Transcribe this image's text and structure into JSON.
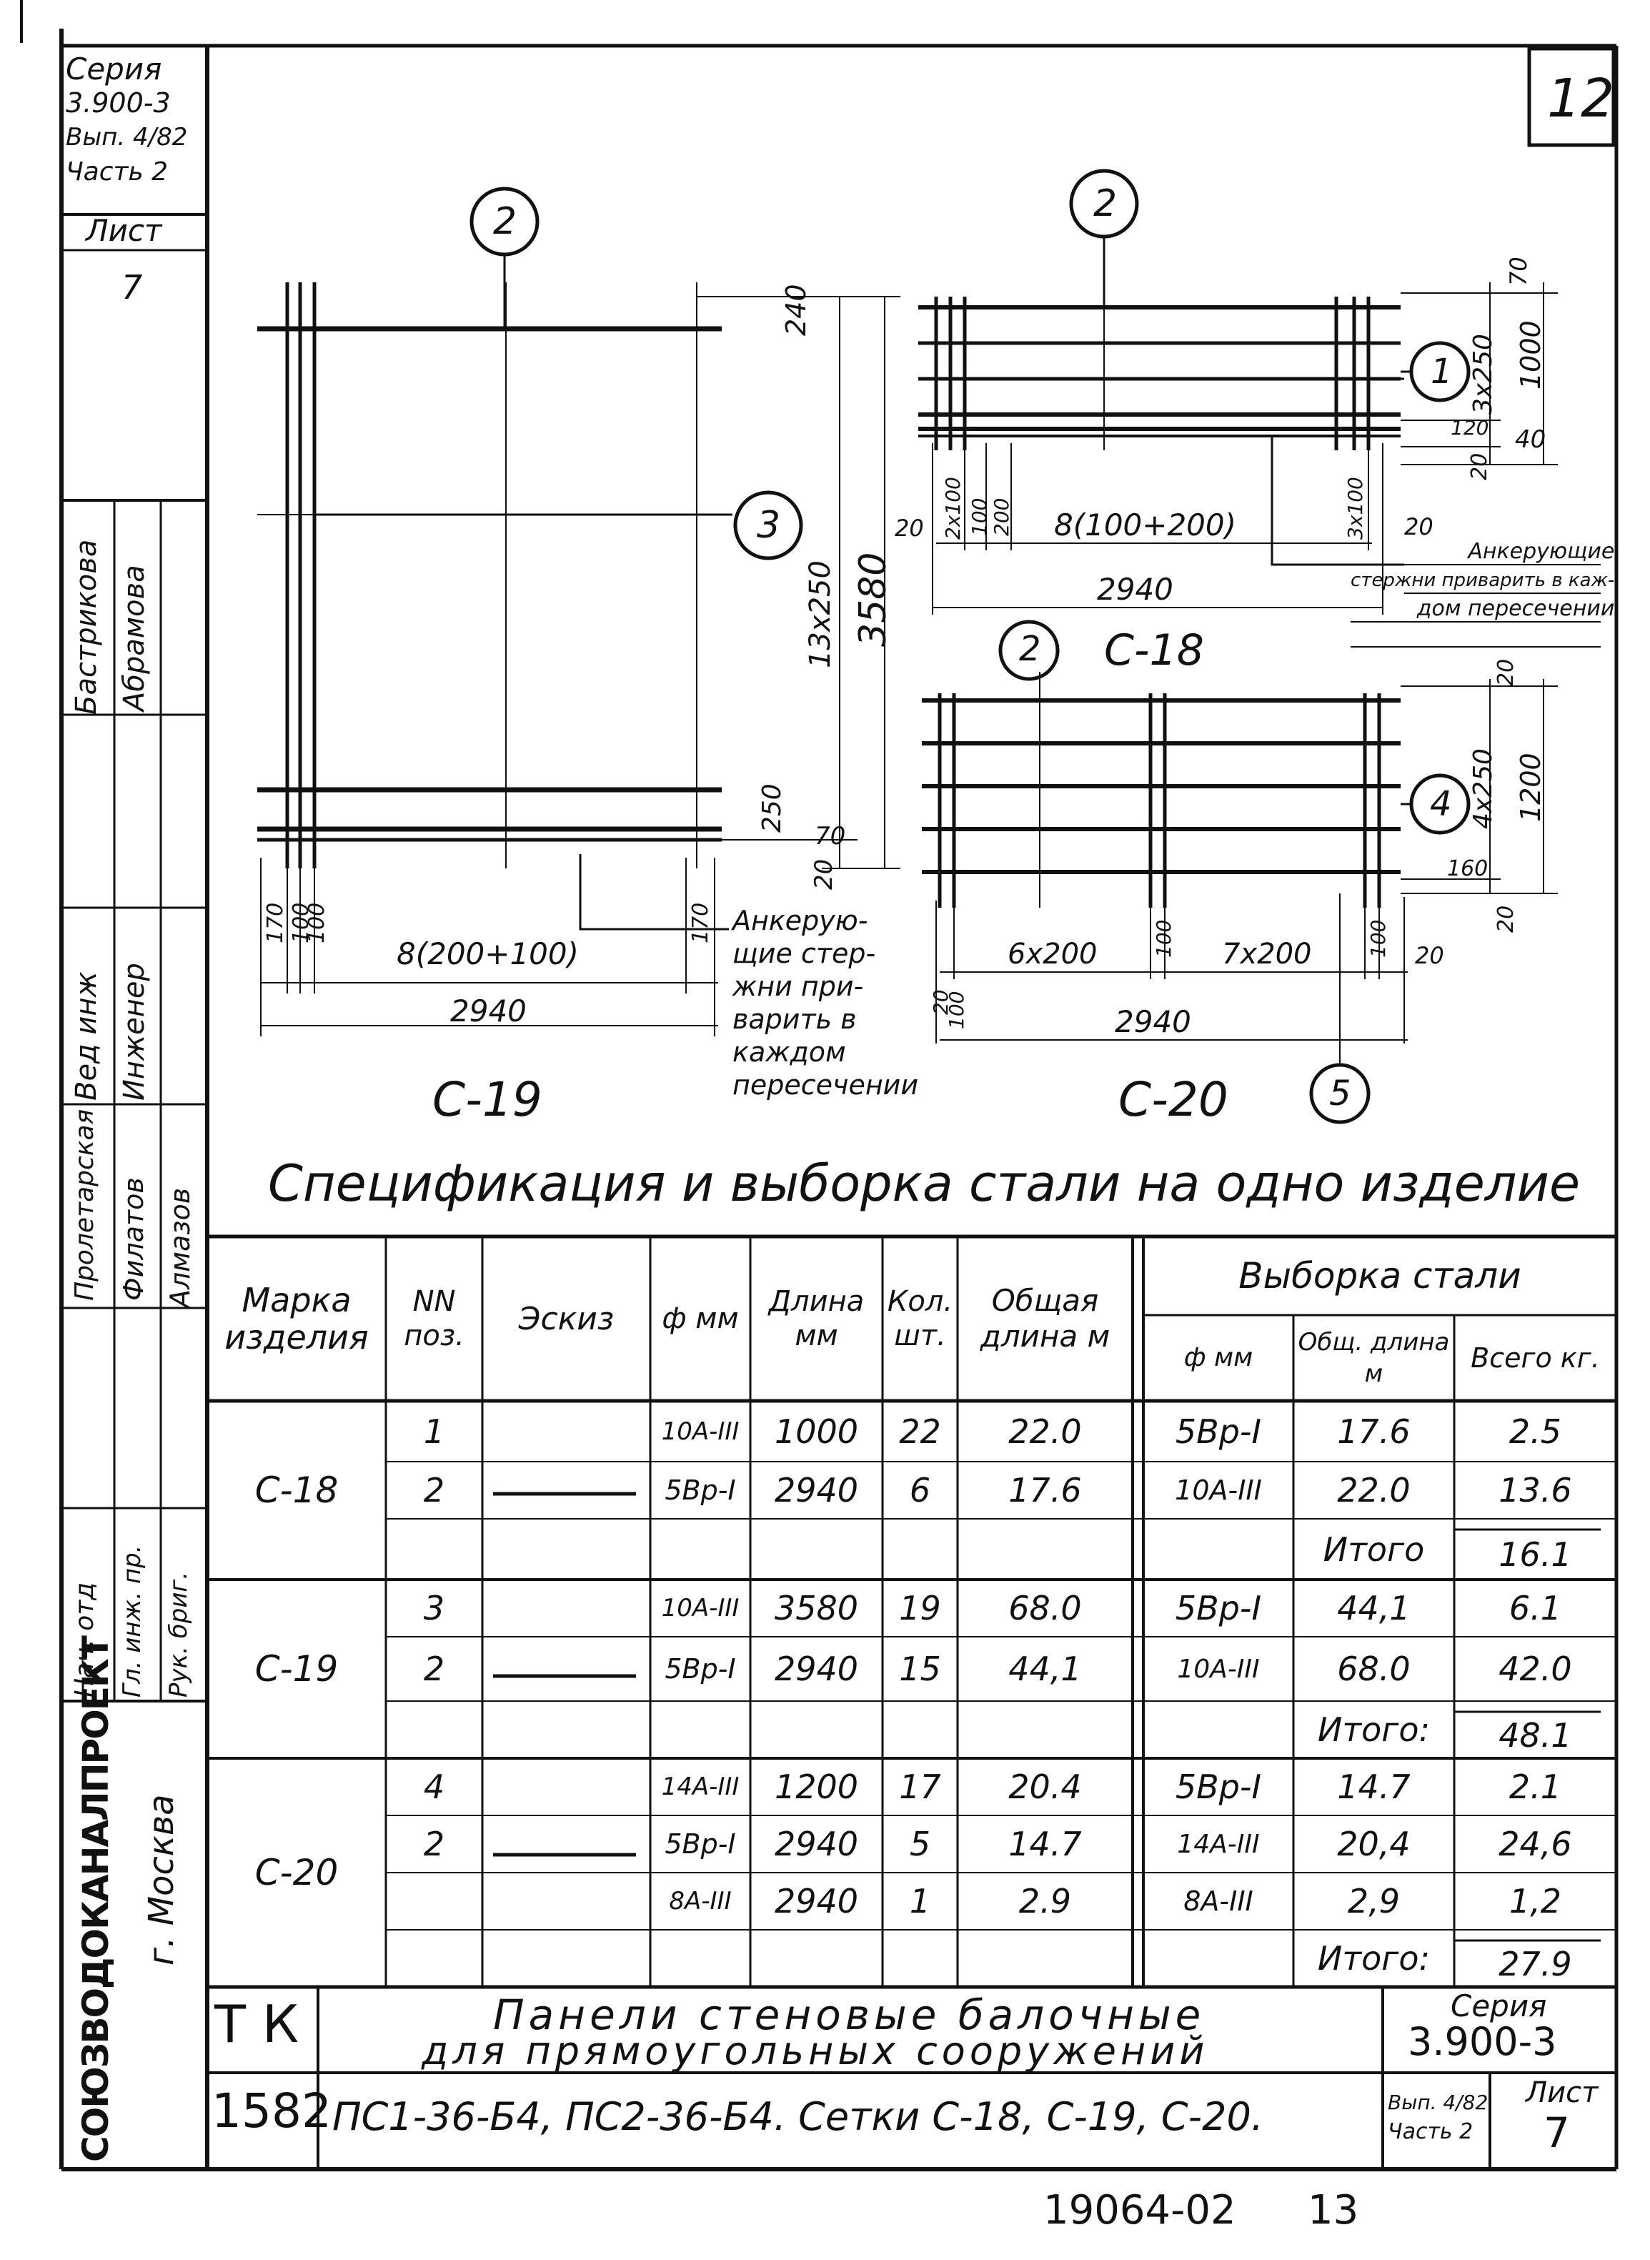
{
  "sheet_number_top": "12",
  "left_stamp": {
    "series_label": "Серия",
    "series_value": "3.900-3",
    "issue": "Вып. 4/82",
    "part": "Часть 2",
    "sheet_label": "Лист",
    "sheet_value": "7",
    "roles": [
      "Вед инж",
      "Инженер",
      "Нач. отд",
      "Гл. инж. пр.",
      "Рук. бриг."
    ],
    "names": [
      "Бастрикова",
      "Абрамова",
      "Пролетарская",
      "Филатов",
      "Алмазов"
    ],
    "org": "СОЮЗВОДОКАНАЛПРОЕКТ",
    "city": "г. Москва"
  },
  "drawing": {
    "c19": {
      "title": "С-19",
      "pos_2": "2",
      "pos_3": "3",
      "dim_240": "240",
      "dim_13x250": "13x250",
      "dim_3580": "3580",
      "dim_250": "250",
      "dim_20": "20",
      "dim_70": "70",
      "dim_170_left": "170",
      "dim_100_a": "100",
      "dim_100_b": "100",
      "dim_8x": "8(200+100)",
      "dim_170_right": "170",
      "dim_2940": "2940",
      "note": [
        "Анкерую-",
        "щие стер-",
        "жни при-",
        "варить в",
        "каждом",
        "пересечении"
      ]
    },
    "c18": {
      "title": "С-18",
      "pos_2": "2",
      "pos_1": "1",
      "dim_70": "70",
      "dim_3x250": "3x250",
      "dim_1000": "1000",
      "dim_120": "120",
      "dim_40": "40",
      "dim_20_right": "20",
      "dim_20_left": "20",
      "dim_2x100": "2x100",
      "dim_100": "100",
      "dim_200": "200",
      "dim_8x": "8(100+200)",
      "dim_3x100": "3x100",
      "dim_20_b": "20",
      "dim_2940": "2940",
      "note": [
        "Анкерующие",
        "стержни приварить в каж-",
        "дом пересечении"
      ]
    },
    "c20": {
      "title": "С-20",
      "pos_2": "2",
      "pos_4": "4",
      "pos_5": "5",
      "dim_20_top": "20",
      "dim_4x250": "4x250",
      "dim_1200": "1200",
      "dim_160": "160",
      "dim_20_r": "20",
      "dim_20_l": "20",
      "dim_100_l": "100",
      "dim_6x200": "6x200",
      "dim_100_m": "100",
      "dim_7x200": "7x200",
      "dim_100_r": "100",
      "dim_20_rr": "20",
      "dim_2940": "2940"
    }
  },
  "spec": {
    "title": "Спецификация и выборка стали на одно изделие",
    "headers": {
      "mark": "Марка изделия",
      "pos": "NN поз.",
      "sketch": "Эскиз",
      "dia": "ф мм",
      "len": "Длина мм",
      "qty": "Кол. шт.",
      "total": "Общая длина м",
      "selection": "Выборка стали",
      "sel_dia": "ф мм",
      "sel_len": "Общ. длина м",
      "sel_kg": "Всего кг."
    },
    "groups": [
      {
        "mark": "С-18",
        "rows": [
          {
            "pos": "1",
            "dia": "10А-III",
            "len": "1000",
            "qty": "22",
            "total": "22.0",
            "sdia": "5Вр-I",
            "slen": "17.6",
            "skg": "2.5"
          },
          {
            "pos": "2",
            "dia": "5Вр-I",
            "len": "2940",
            "qty": "6",
            "total": "17.6",
            "sdia": "10А-III",
            "slen": "22.0",
            "skg": "13.6"
          },
          {
            "pos": "",
            "dia": "",
            "len": "",
            "qty": "",
            "total": "",
            "sdia": "",
            "slen": "Итого",
            "skg": "16.1"
          }
        ]
      },
      {
        "mark": "С-19",
        "rows": [
          {
            "pos": "3",
            "dia": "10А-III",
            "len": "3580",
            "qty": "19",
            "total": "68.0",
            "sdia": "5Вр-I",
            "slen": "44,1",
            "skg": "6.1"
          },
          {
            "pos": "2",
            "dia": "5Вр-I",
            "len": "2940",
            "qty": "15",
            "total": "44,1",
            "sdia": "10А-III",
            "slen": "68.0",
            "skg": "42.0"
          },
          {
            "pos": "",
            "dia": "",
            "len": "",
            "qty": "",
            "total": "",
            "sdia": "",
            "slen": "Итого:",
            "skg": "48.1"
          }
        ]
      },
      {
        "mark": "С-20",
        "rows": [
          {
            "pos": "4",
            "dia": "14А-III",
            "len": "1200",
            "qty": "17",
            "total": "20.4",
            "sdia": "5Вр-I",
            "slen": "14.7",
            "skg": "2.1"
          },
          {
            "pos": "2",
            "dia": "5Вр-I",
            "len": "2940",
            "qty": "5",
            "total": "14.7",
            "sdia": "14А-III",
            "slen": "20,4",
            "skg": "24,6"
          },
          {
            "pos": "",
            "dia": "8А-III",
            "len": "2940",
            "qty": "1",
            "total": "2.9",
            "sdia": "8А-III",
            "slen": "2,9",
            "skg": "1,2"
          },
          {
            "pos": "",
            "dia": "",
            "len": "",
            "qty": "",
            "total": "",
            "sdia": "",
            "slen": "Итого:",
            "skg": "27.9"
          }
        ]
      }
    ]
  },
  "title_block": {
    "tk": "Т К",
    "number": "1582",
    "title_line1": "Панели стеновые балочные",
    "title_line2": "для прямоугольных сооружений",
    "subtitle": "ПС1-36-Б4, ПС2-36-Б4. Сетки С-18, С-19, С-20.",
    "series_label": "Серия",
    "series_value": "3.900-3",
    "issue": "Вып. 4/82",
    "part": "Часть 2",
    "sheet_label": "Лист",
    "sheet_value": "7"
  },
  "footer": {
    "code": "19064-02",
    "page": "13"
  }
}
